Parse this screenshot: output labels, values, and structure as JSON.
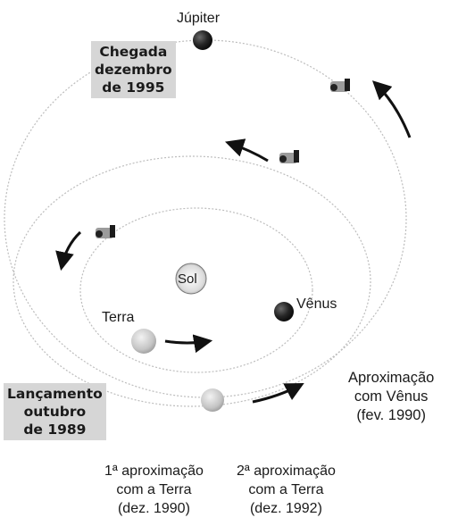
{
  "labels": {
    "jupiter": "Júpiter",
    "sol": "Sol",
    "venus": "Vênus",
    "terra": "Terra"
  },
  "arrival_box": [
    "Chegada",
    "dezembro",
    "de 1995"
  ],
  "launch_box": [
    "Lançamento",
    "outubro",
    "de 1989"
  ],
  "venus_flyby": [
    "Aproximação",
    "com Vênus",
    "(fev. 1990)"
  ],
  "earth_flyby_1": [
    "1ª aproximação",
    "com a Terra",
    "(dez. 1990)"
  ],
  "earth_flyby_2": [
    "2ª aproximação",
    "com a Terra",
    "(dez. 1992)"
  ],
  "colors": {
    "orbit": "#b8b8b8",
    "planet_dark": "#1e1e1e",
    "earth": "#cfcfcf",
    "box_fill": "#d6d6d6",
    "arrow": "#111111"
  },
  "icons": [
    "probe-icon",
    "arrow-icon"
  ]
}
